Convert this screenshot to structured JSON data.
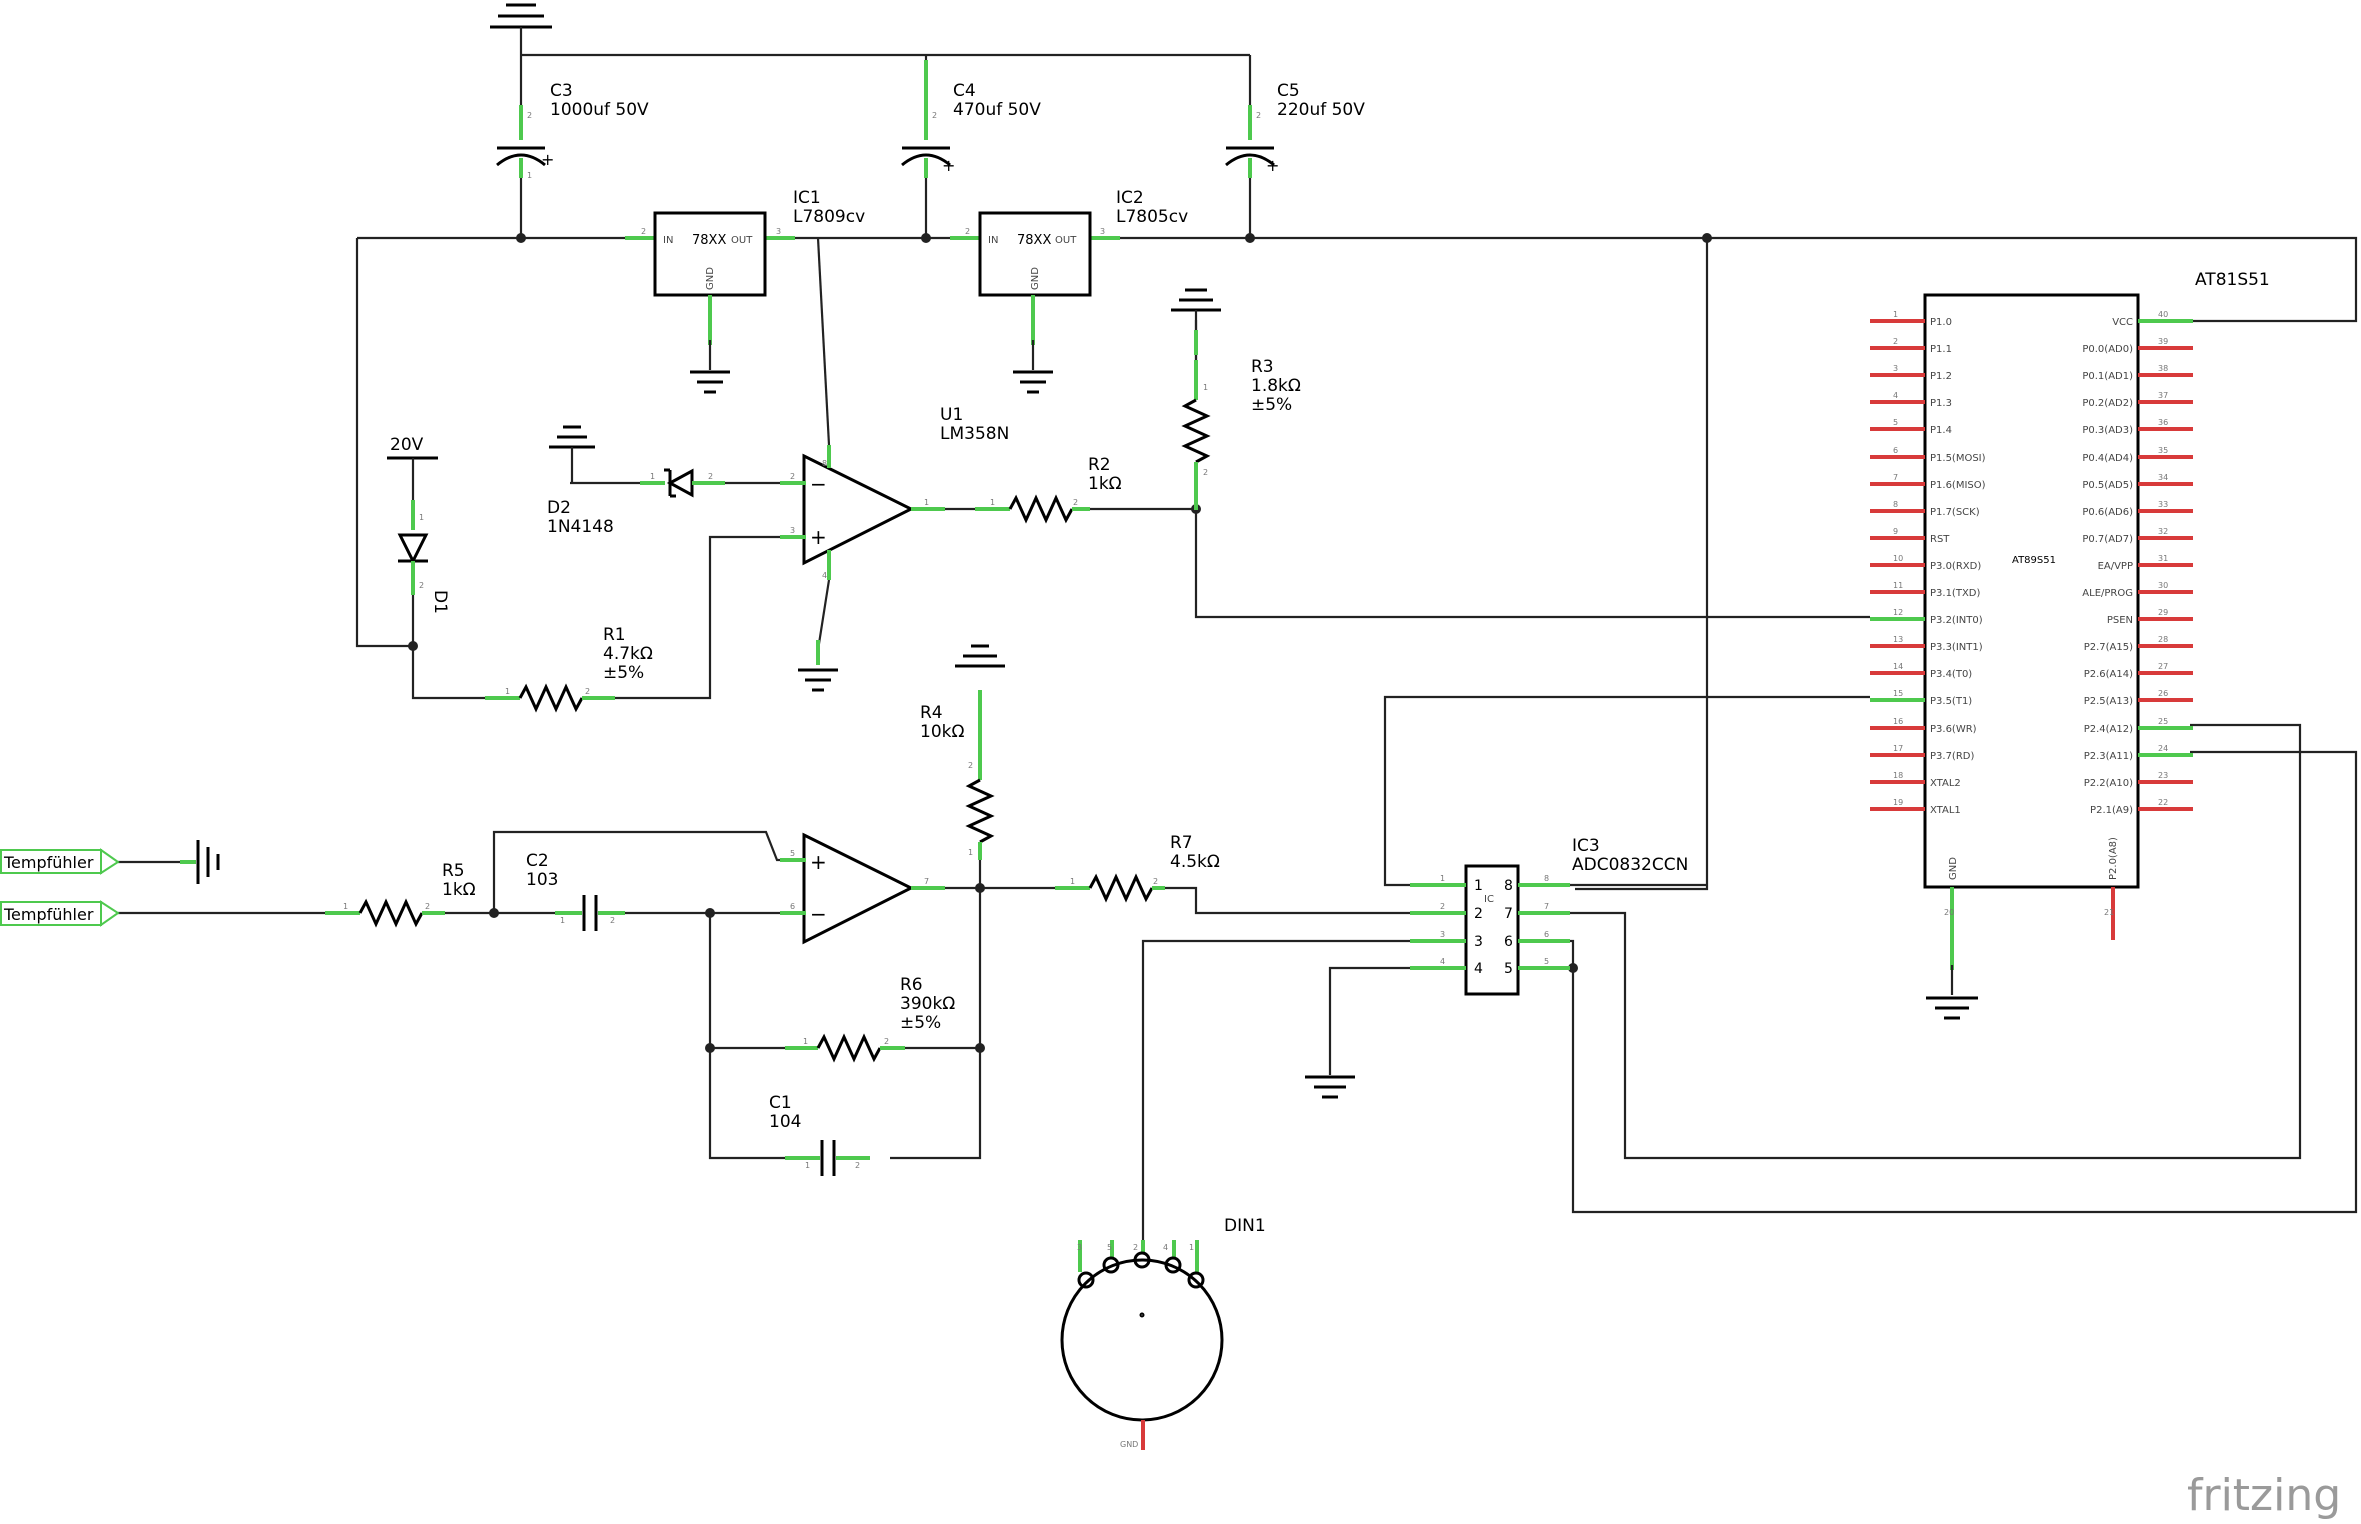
{
  "parts": {
    "c3": {
      "ref": "C3",
      "value": "1000uf 50V"
    },
    "c4": {
      "ref": "C4",
      "value": "470uf 50V"
    },
    "c5": {
      "ref": "C5",
      "value": "220uf 50V"
    },
    "ic1": {
      "ref": "IC1",
      "value": "L7809cv",
      "body": "78XX",
      "in": "IN",
      "out": "OUT",
      "gnd": "GND"
    },
    "ic2": {
      "ref": "IC2",
      "value": "L7805cv",
      "body": "78XX",
      "in": "IN",
      "out": "OUT",
      "gnd": "GND"
    },
    "u1": {
      "ref": "U1",
      "value": "LM358N"
    },
    "r1": {
      "ref": "R1",
      "value": "4.7kΩ",
      "tol": "±5%"
    },
    "r2": {
      "ref": "R2",
      "value": "1kΩ"
    },
    "r3": {
      "ref": "R3",
      "value": "1.8kΩ",
      "tol": "±5%"
    },
    "r4": {
      "ref": "R4",
      "value": "10kΩ"
    },
    "r5": {
      "ref": "R5",
      "value": "1kΩ"
    },
    "r6": {
      "ref": "R6",
      "value": "390kΩ",
      "tol": "±5%"
    },
    "r7": {
      "ref": "R7",
      "value": "4.5kΩ"
    },
    "c1": {
      "ref": "C1",
      "value": "104"
    },
    "c2": {
      "ref": "C2",
      "value": "103"
    },
    "d1": {
      "ref": "D1"
    },
    "d2": {
      "ref": "D2",
      "value": "1N4148"
    },
    "v20": {
      "label": "20V"
    },
    "ic3": {
      "ref": "IC3",
      "value": "ADC0832CCN",
      "body": "IC"
    },
    "mcu": {
      "ref": "AT81S51",
      "body": "AT89S51",
      "gnd": "GND",
      "p20": "P2.0(A8)"
    },
    "din1": {
      "ref": "DIN1",
      "gnd": "GND"
    },
    "temp1": {
      "label": "Tempfühler"
    },
    "temp2": {
      "label": "Tempfühler"
    }
  },
  "mcu_left_pins": [
    {
      "n": "1",
      "label": "P1.0"
    },
    {
      "n": "2",
      "label": "P1.1"
    },
    {
      "n": "3",
      "label": "P1.2"
    },
    {
      "n": "4",
      "label": "P1.3"
    },
    {
      "n": "5",
      "label": "P1.4"
    },
    {
      "n": "6",
      "label": "P1.5(MOSI)"
    },
    {
      "n": "7",
      "label": "P1.6(MISO)"
    },
    {
      "n": "8",
      "label": "P1.7(SCK)"
    },
    {
      "n": "9",
      "label": "RST"
    },
    {
      "n": "10",
      "label": "P3.0(RXD)"
    },
    {
      "n": "11",
      "label": "P3.1(TXD)"
    },
    {
      "n": "12",
      "label": "P3.2(INT0)"
    },
    {
      "n": "13",
      "label": "P3.3(INT1)"
    },
    {
      "n": "14",
      "label": "P3.4(T0)"
    },
    {
      "n": "15",
      "label": "P3.5(T1)"
    },
    {
      "n": "16",
      "label": "P3.6(WR)"
    },
    {
      "n": "17",
      "label": "P3.7(RD)"
    },
    {
      "n": "18",
      "label": "XTAL2"
    },
    {
      "n": "19",
      "label": "XTAL1"
    }
  ],
  "mcu_right_pins": [
    {
      "n": "40",
      "label": "VCC"
    },
    {
      "n": "39",
      "label": "P0.0(AD0)"
    },
    {
      "n": "38",
      "label": "P0.1(AD1)"
    },
    {
      "n": "37",
      "label": "P0.2(AD2)"
    },
    {
      "n": "36",
      "label": "P0.3(AD3)"
    },
    {
      "n": "35",
      "label": "P0.4(AD4)"
    },
    {
      "n": "34",
      "label": "P0.5(AD5)"
    },
    {
      "n": "33",
      "label": "P0.6(AD6)"
    },
    {
      "n": "32",
      "label": "P0.7(AD7)"
    },
    {
      "n": "31",
      "label": "EA/VPP"
    },
    {
      "n": "30",
      "label": "ALE/PROG"
    },
    {
      "n": "29",
      "label": "PSEN"
    },
    {
      "n": "28",
      "label": "P2.7(A15)"
    },
    {
      "n": "27",
      "label": "P2.6(A14)"
    },
    {
      "n": "26",
      "label": "P2.5(A13)"
    },
    {
      "n": "25",
      "label": "P2.4(A12)"
    },
    {
      "n": "24",
      "label": "P2.3(A11)"
    },
    {
      "n": "23",
      "label": "P2.2(A10)"
    },
    {
      "n": "22",
      "label": "P2.1(A9)"
    }
  ],
  "ic3_pins_left": [
    "1",
    "2",
    "3",
    "4"
  ],
  "ic3_pins_right": [
    "8",
    "7",
    "6",
    "5"
  ],
  "watermark": "fritzing",
  "colors": {
    "connected_pin": "#4ec94e",
    "unconnected_pin": "#d83a3a",
    "wire": "#222222"
  }
}
